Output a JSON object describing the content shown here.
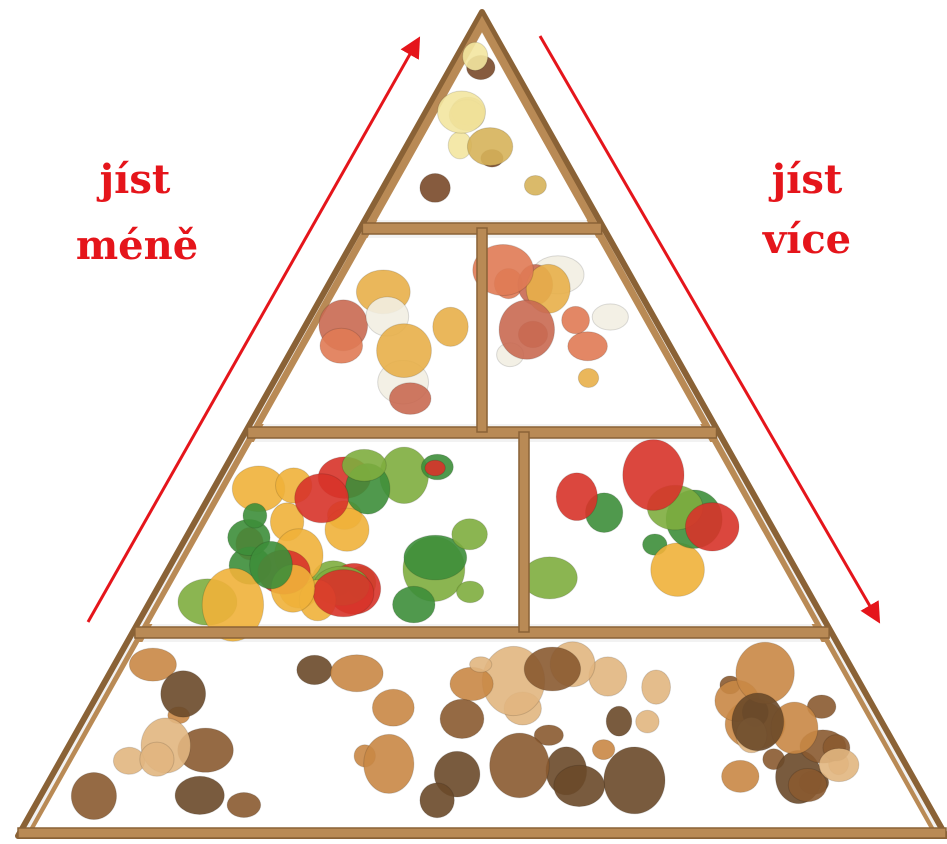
{
  "labels": {
    "less_line1": "jíst",
    "less_line2": "méně",
    "more_line1": "jíst",
    "more_line2": "více"
  },
  "colors": {
    "label": "#e5151b",
    "arrow": "#e5151b",
    "wood": "#b98a55",
    "wood_dark": "#8a6236",
    "paper": "#f2f2f2"
  },
  "pyramid": {
    "levels": [
      {
        "name": "fats-oils-sweets",
        "compartments": [
          "oil-bottle-butter-sweets"
        ]
      },
      {
        "name": "dairy-and-protein",
        "compartments": [
          "milk-cheese-yogurt",
          "meat-fish-eggs-nuts"
        ]
      },
      {
        "name": "vegetables-and-fruit",
        "compartments": [
          "vegetables",
          "fruits"
        ]
      },
      {
        "name": "grains-and-bread",
        "compartments": [
          "bread-pasta-cereals"
        ]
      }
    ]
  }
}
